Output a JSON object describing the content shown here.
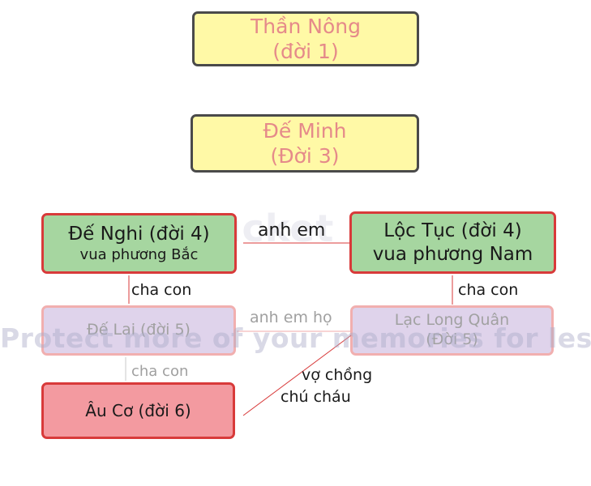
{
  "nodes": {
    "than_nong": {
      "line1": "Thần Nông",
      "line2": "(đời 1)"
    },
    "de_minh": {
      "line1": "Đế Minh",
      "line2": "(Đời 3)"
    },
    "de_nghi": {
      "line1": "Đế Nghi (đời 4)",
      "line2": "vua phương Bắc"
    },
    "loc_tuc": {
      "line1": "Lộc Tục (đời 4)",
      "line2": "vua phương Nam"
    },
    "de_lai": {
      "line1": "Đế Lai (đời 5)"
    },
    "lac_long_quan": {
      "line1": "Lạc Long Quân",
      "line2": "(Đời 5)"
    },
    "au_co": {
      "line1": "Âu Cơ (đời 6)"
    }
  },
  "edges": {
    "nghi_tuc": "anh em",
    "nghi_lai": "cha con",
    "tuc_quan": "cha con",
    "lai_quan": "anh em họ",
    "lai_auco": "cha con",
    "quan_auco_1": "vợ chồng",
    "quan_auco_2": "chú cháu"
  },
  "watermark": {
    "logo": "photobucket",
    "text": "Protect more of your memories for less!"
  },
  "colors": {
    "yellow_fill": "#fff9a6",
    "green_fill": "#a6d6a0",
    "purple_fill": "#ddd0ea",
    "red_fill": "#f39aa0",
    "accent_border": "#d83a3a",
    "connector": "#d83a3a"
  }
}
